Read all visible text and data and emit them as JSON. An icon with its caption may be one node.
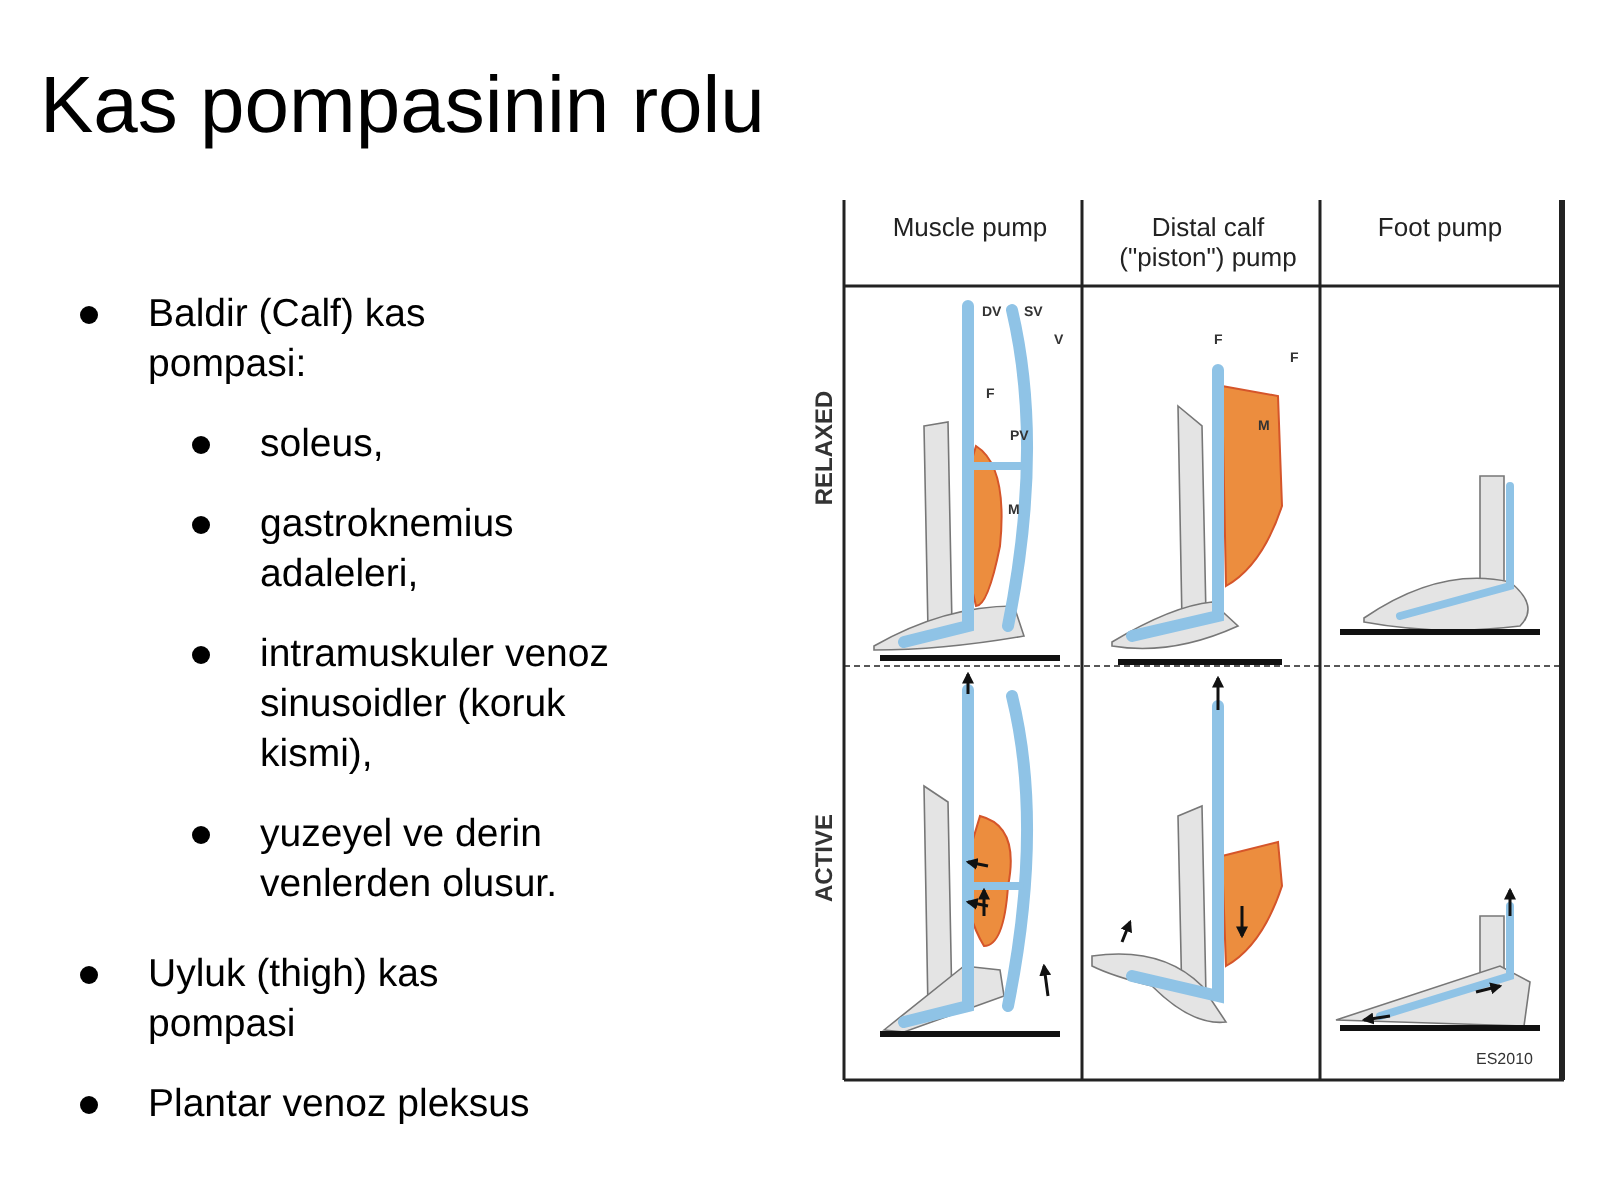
{
  "diagram": {
    "title": "Kas pompasinin rolu",
    "labels": [
      "Baldir (Calf) kas pompasi:",
      "soleus,",
      "gastroknemius adaleleri,",
      "intramuskuler venoz sinusoidler (koruk kismi),",
      "yuzeyel ve derin venlerden olusur.",
      "Uyluk (thigh) kas pompasi",
      "Plantar venoz pleksus",
      "Muscle pump",
      "Distal calf (\"piston\") pump",
      "Foot pump",
      "RELAXED",
      "ACTIVE",
      "DV",
      "SV",
      "V",
      "F",
      "PV",
      "M",
      "F",
      "F",
      "M",
      "ES2010"
    ]
  }
}
